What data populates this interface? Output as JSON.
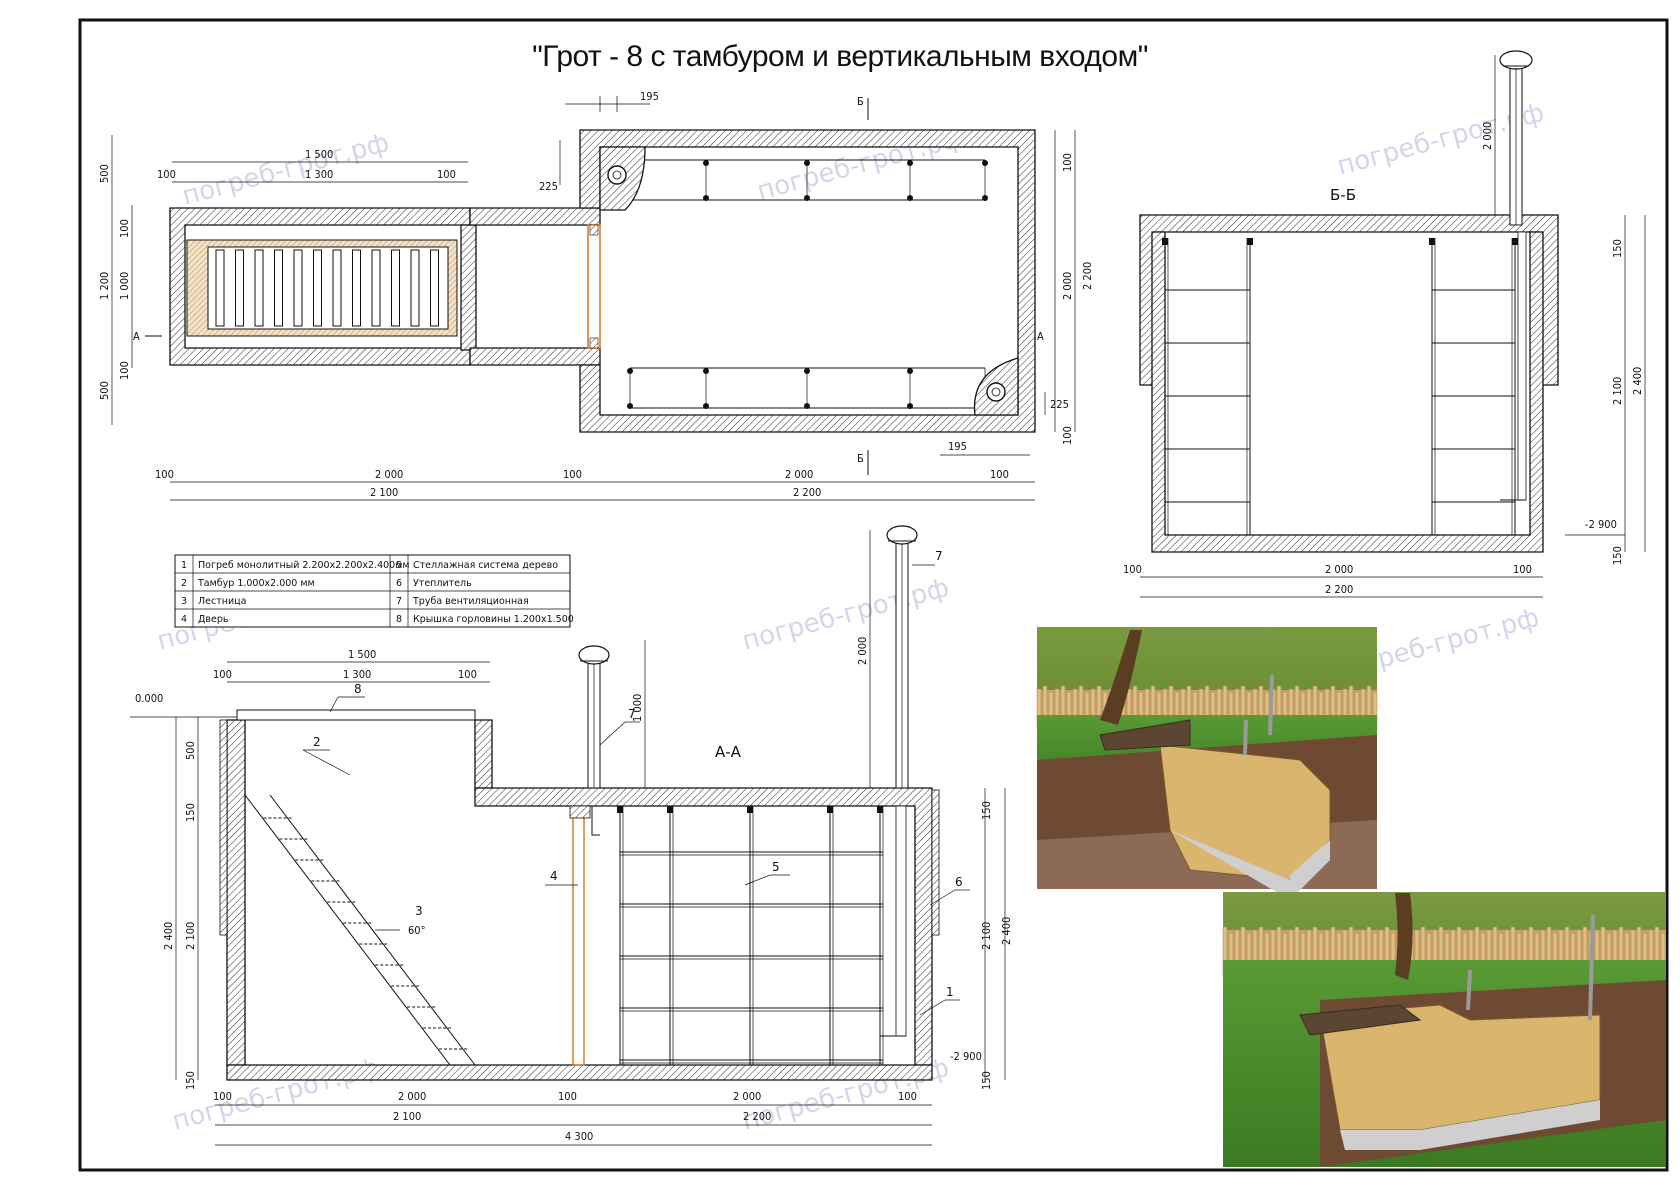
{
  "title": "\"Грот - 8 с тамбуром и вертикальным входом\"",
  "watermark": "погреб-грот.рф",
  "plan": {
    "dims": {
      "d1500": "1 500",
      "d1300": "1 300",
      "d100": "100",
      "d195": "195",
      "d225": "225",
      "d500": "500",
      "d1200": "1 200",
      "d1000": "1 000",
      "d2000": "2 000",
      "d2200": "2 200",
      "d2100": "2 100"
    },
    "marks": {
      "a": "А",
      "b": "Б"
    }
  },
  "section_bb": {
    "title": "Б-Б",
    "dims": {
      "d2000": "2 000",
      "d150": "150",
      "d2100": "2 100",
      "d2400": "2 400",
      "d100": "100",
      "d2200": "2 200",
      "level": "-2 900"
    }
  },
  "section_aa": {
    "title": "А-А",
    "level_top": "0.000",
    "level_bottom": "-2 900",
    "angle": "60°",
    "dims": {
      "d1500": "1 500",
      "d1300": "1 300",
      "d100": "100",
      "d500": "500",
      "d150": "150",
      "d2400": "2 400",
      "d2100": "2 100",
      "d1000": "1 000",
      "d2000": "2 000",
      "d2200": "2 200",
      "d4300": "4 300"
    },
    "callouts": [
      "1",
      "2",
      "3",
      "4",
      "5",
      "6",
      "7",
      "8"
    ]
  },
  "legend": [
    {
      "num": "1",
      "text": "Погреб монолитный 2.200х2.200х2.400мм"
    },
    {
      "num": "2",
      "text": "Тамбур 1.000х2.000 мм"
    },
    {
      "num": "3",
      "text": "Лестница"
    },
    {
      "num": "4",
      "text": "Дверь"
    },
    {
      "num": "5",
      "text": "Стеллажная система дерево"
    },
    {
      "num": "6",
      "text": "Утеплитель"
    },
    {
      "num": "7",
      "text": "Труба вентиляционная"
    },
    {
      "num": "8",
      "text": "Крышка горловины 1.200х1.500"
    }
  ],
  "colors": {
    "hatch": "#111111",
    "insulation": "#e07a2a",
    "grass": "#4f8a2e",
    "sky": "#9fb86a",
    "soil": "#7a4e33",
    "concrete": "#c9c9c9",
    "sand": "#d9b56e"
  }
}
